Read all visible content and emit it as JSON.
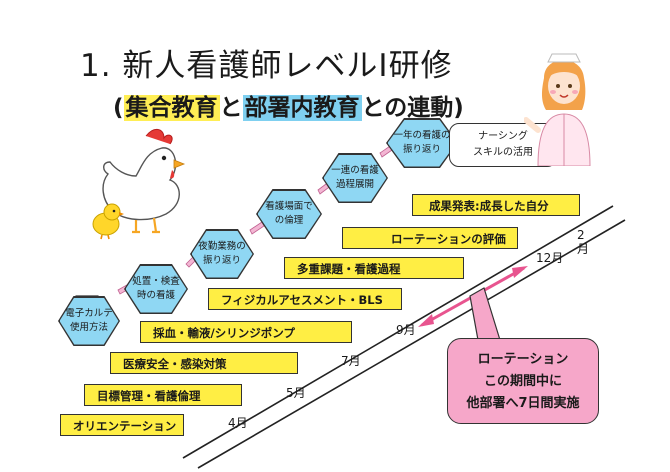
{
  "title": "1. 新人看護師レベルⅠ研修",
  "subtitle": {
    "open": "(",
    "part1": "集合教育",
    "to": "と",
    "part2": "部署内教育",
    "rest": "との連動)"
  },
  "steps": [
    "オリエンテーション",
    "目標管理・看護倫理",
    "医療安全・感染対策",
    "採血・輸液/シリンジポンプ",
    "フィジカルアセスメント・BLS",
    "多重課題・看護過程",
    "ローテーションの評価",
    "成果発表:成長した自分"
  ],
  "months": [
    "4月",
    "5月",
    "7月",
    "9月",
    "12月",
    "2月"
  ],
  "hexagons": [
    [
      "電子カルテ",
      "使用方法"
    ],
    [
      "処置・検査",
      "時の看護"
    ],
    [
      "夜勤業務の",
      "振り返り"
    ],
    [
      "看護場面で",
      "の倫理"
    ],
    [
      "一連の看護",
      "過程展開"
    ],
    [
      "一年の看護の",
      "振り返り"
    ]
  ],
  "nursing_bubble": [
    "ナーシング",
    "スキルの活用"
  ],
  "rotation_callout": [
    "ローテーション",
    "この期間中に",
    "他部署へ7日間実施"
  ],
  "colors": {
    "step_fill": "#ffee44",
    "hex_fill": "#8fd7f3",
    "callout_fill": "#f6a7c9",
    "arrow_pink": "#e8548f",
    "highlight_yellow": "#ffee55",
    "highlight_blue": "#7fd0f0"
  },
  "icons": [
    "chicken-icon",
    "chick-icon",
    "nurse-icon"
  ]
}
